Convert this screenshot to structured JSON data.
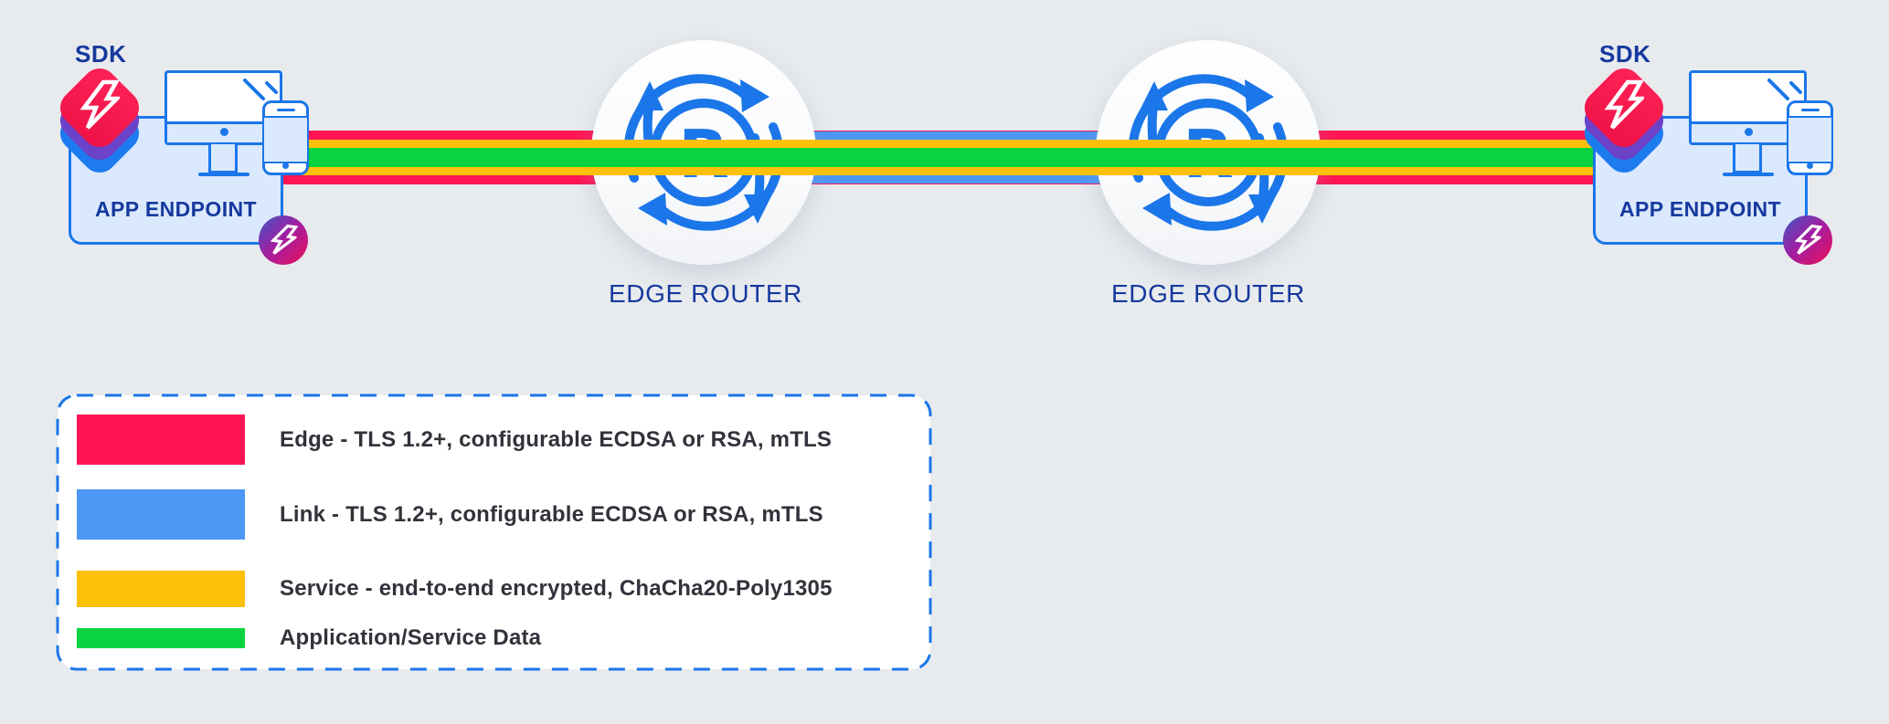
{
  "colors": {
    "background": "#E8EBEE",
    "edge_red": "#FF1553",
    "link_blue": "#4D97F5",
    "service_yellow": "#FCC009",
    "data_green": "#0BD33F",
    "icon_blue": "#1B76E9",
    "navy": "#16399E",
    "card_fill": "#DAE9FD",
    "legend_text": "#32323B",
    "sdk_red": "#F9174E",
    "sdk_purple": "#6B42C8",
    "sdk_blue": "#1D7BEF",
    "badge_blue": "#3E55C6",
    "badge_purple": "#A21EA0",
    "badge_red": "#EC0F58"
  },
  "endpoints": {
    "left": {
      "sdk": "SDK",
      "label": "APP ENDPOINT"
    },
    "right": {
      "sdk": "SDK",
      "label": "APP ENDPOINT"
    }
  },
  "routers": {
    "left_label": "EDGE ROUTER",
    "right_label": "EDGE ROUTER"
  },
  "legend": {
    "items": [
      {
        "name": "edge",
        "color": "#FF1553",
        "height": 55,
        "label": "Edge - TLS 1.2+, configurable ECDSA or RSA, mTLS"
      },
      {
        "name": "link",
        "color": "#4D97F5",
        "height": 55,
        "label": "Link - TLS 1.2+, configurable ECDSA or RSA, mTLS"
      },
      {
        "name": "service",
        "color": "#FCC009",
        "height": 40,
        "label": "Service - end-to-end encrypted, ChaCha20-Poly1305"
      },
      {
        "name": "application",
        "color": "#0BD33F",
        "height": 22,
        "label": "Application/Service Data"
      }
    ]
  }
}
